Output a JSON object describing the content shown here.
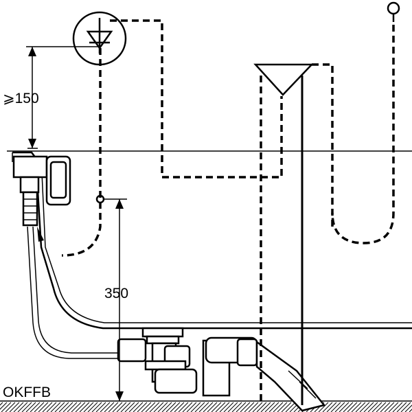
{
  "labels": {
    "min_height": "⩾150",
    "overflow_height": "350",
    "floor_reference": "OKFFB"
  },
  "icons": {
    "water_inlet": "shower-head-icon",
    "funnel": "funnel-icon",
    "ventilation": "air-valve-icon"
  }
}
